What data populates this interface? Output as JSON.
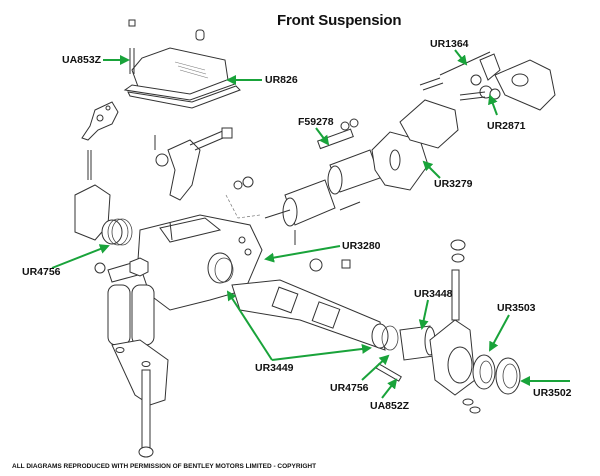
{
  "title": "Front Suspension",
  "footer": "ALL DIAGRAMS REPRODUCED WITH PERMISSION OF BENTLEY MOTORS LIMITED - COPYRIGHT",
  "accent_color": "#19a33a",
  "labels": [
    {
      "id": "UA853Z",
      "text": "UA853Z"
    },
    {
      "id": "UR826",
      "text": "UR826"
    },
    {
      "id": "UR1364",
      "text": "UR1364"
    },
    {
      "id": "UR2871",
      "text": "UR2871"
    },
    {
      "id": "F59278",
      "text": "F59278"
    },
    {
      "id": "UR3279",
      "text": "UR3279"
    },
    {
      "id": "UR4756_left",
      "text": "UR4756"
    },
    {
      "id": "UR3280",
      "text": "UR3280"
    },
    {
      "id": "UR3448",
      "text": "UR3448"
    },
    {
      "id": "UR3503",
      "text": "UR3503"
    },
    {
      "id": "UR3449",
      "text": "UR3449"
    },
    {
      "id": "UR4756_right",
      "text": "UR4756"
    },
    {
      "id": "UA852Z",
      "text": "UA852Z"
    },
    {
      "id": "UR3502",
      "text": "UR3502"
    }
  ]
}
